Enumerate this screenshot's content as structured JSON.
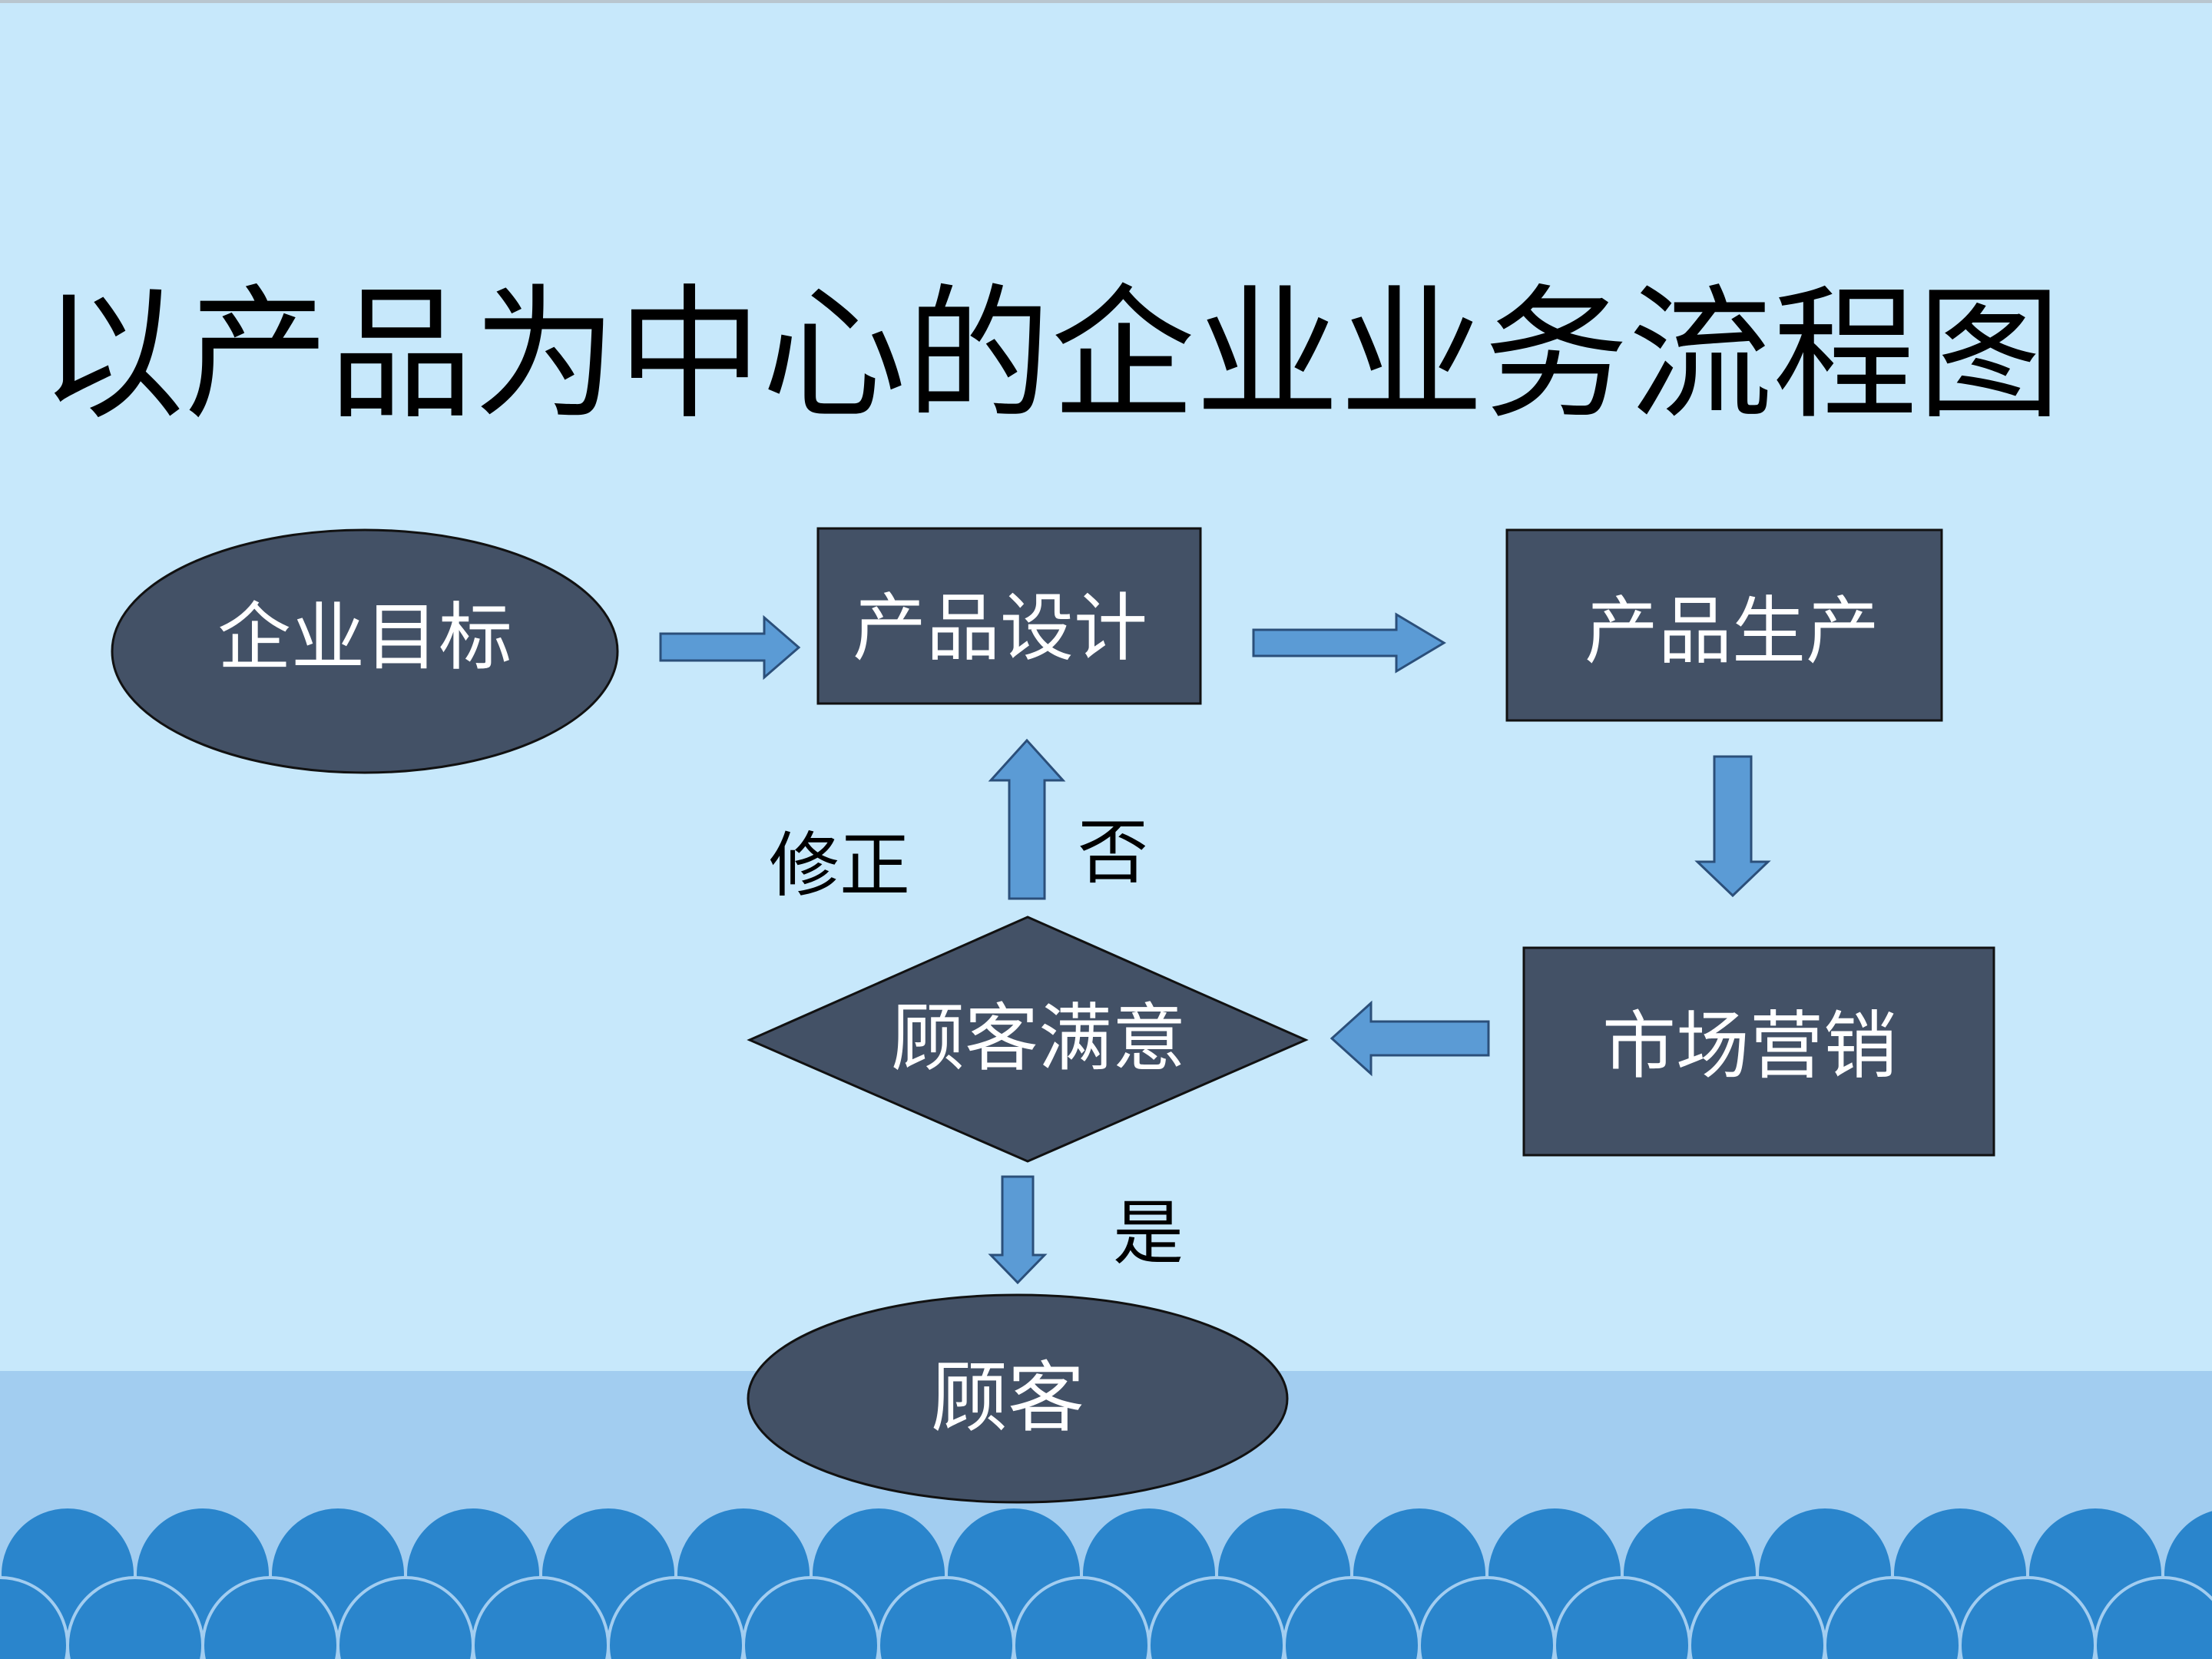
{
  "title": "以产品为中心的企业业务流程图",
  "nodes": {
    "goal": "企业目标",
    "design": "产品设计",
    "production": "产品生产",
    "marketing": "市场营销",
    "satisfaction": "顾客满意",
    "customer": "顾客"
  },
  "edge_labels": {
    "no": "否",
    "revise": "修正",
    "yes": "是"
  },
  "colors": {
    "background": "#c7e8fb",
    "node_fill": "#435166",
    "arrow_fill": "#5b9bd5",
    "band": "#a2cdf0",
    "scallop": "#2a85cc"
  }
}
